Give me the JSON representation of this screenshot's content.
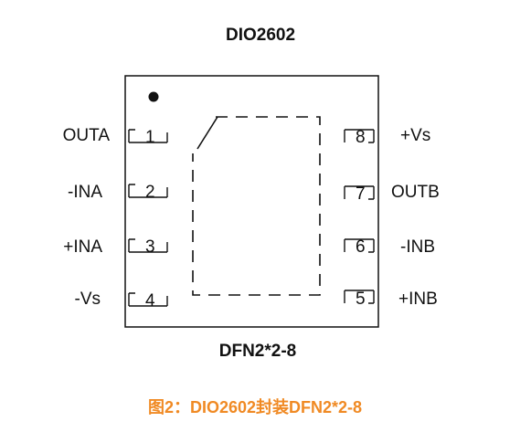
{
  "chip": {
    "title": "DIO2602",
    "package": "DFN2*2-8"
  },
  "pins": [
    {
      "num": "1",
      "name": "OUTA"
    },
    {
      "num": "2",
      "name": "-INA"
    },
    {
      "num": "3",
      "name": "+INA"
    },
    {
      "num": "4",
      "name": "-Vs"
    },
    {
      "num": "5",
      "name": "+INB"
    },
    {
      "num": "6",
      "name": "-INB"
    },
    {
      "num": "7",
      "name": "OUTB"
    },
    {
      "num": "8",
      "name": "+Vs"
    }
  ],
  "caption": "图2：DIO2602封装DFN2*2-8",
  "colors": {
    "line": "#111111",
    "caption": "#f08a24"
  }
}
